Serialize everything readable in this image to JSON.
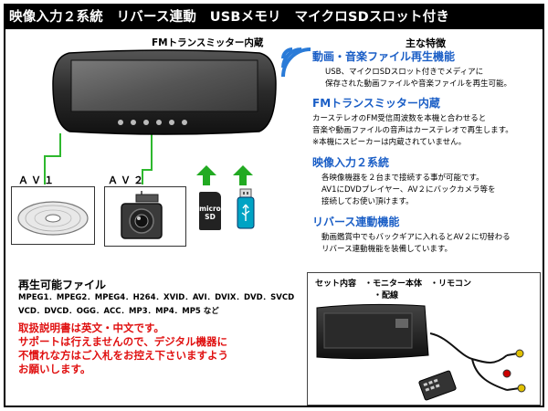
{
  "header": {
    "title": "映像入力２系統　リバース連動　USBメモリ　マイクロSDスロット付き"
  },
  "fm_label": "FMトランスミッター内蔵",
  "features": {
    "heading": "主な特徴",
    "items": [
      {
        "title": "動画・音楽ファイル再生機能",
        "lines": [
          "USB、マイクロSDスロット付きでメディアに",
          "保存された動画ファイルや音楽ファイルを再生可能。"
        ]
      },
      {
        "title": "FMトランスミッター内蔵",
        "lines": [
          "カーステレオのFM受信周波数を本機と合わせると",
          "音楽や動画ファイルの音声はカーステレオで再生します。",
          "※本機にスピーカーは内蔵されていません。"
        ]
      },
      {
        "title": "映像入力２系統",
        "lines": [
          "各映像機器を２台まで接続する事が可能です。",
          "AV1にDVDプレイヤー、AV２にバックカメラ等を",
          "接続してお使い頂けます。"
        ]
      },
      {
        "title": "リバース連動機能",
        "lines": [
          "動画鑑賞中でもバックギアに入れるとAV２に切替わる",
          "リバース連動機能を装備しています。"
        ]
      }
    ]
  },
  "inputs": {
    "av1_label": "ＡＶ１",
    "av2_label": "ＡＶ２",
    "sd_card_text": "micro SD"
  },
  "playable": {
    "title": "再生可能ファイル",
    "lines": [
      "MPEG1．MPEG2．MPEG4．H264．XVID．AVI．DVIX．DVD．SVCD",
      "VCD．DVCD．OGG．ACC．MP3．MP4．MP5 など"
    ]
  },
  "notice": {
    "lines": [
      "取扱説明書は英文・中文です。",
      "サポートは行えませんので、デジタル機器に",
      "不慣れな方はご入札をお控え下さいますよう",
      "お願いします。"
    ]
  },
  "set_contents": {
    "line1": "セット内容　・モニター本体　・リモコン",
    "line2": "・配線"
  },
  "colors": {
    "feature_title": "#1a5ec6",
    "notice": "#e01010",
    "connector_line": "#2eb82e",
    "arrow": "#22aa22",
    "header_bg": "#000000"
  }
}
